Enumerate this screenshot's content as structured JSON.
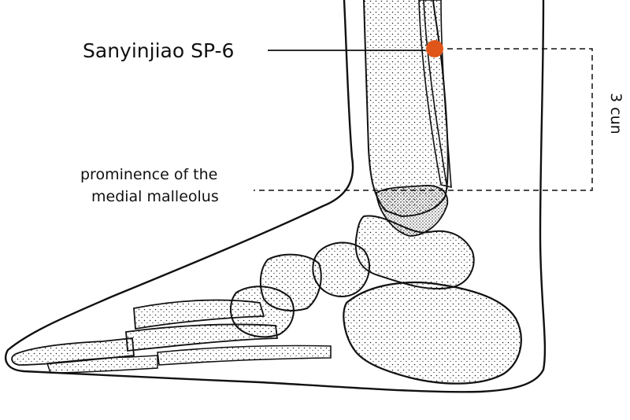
{
  "labels": {
    "point_name": "Sanyinjiao SP-6",
    "landmark_line1": "prominence of the",
    "landmark_line2": "medial malleolus",
    "measurement": "3 cun"
  },
  "colors": {
    "acupoint": "#e0561a",
    "line": "#111111",
    "background": "#ffffff"
  }
}
